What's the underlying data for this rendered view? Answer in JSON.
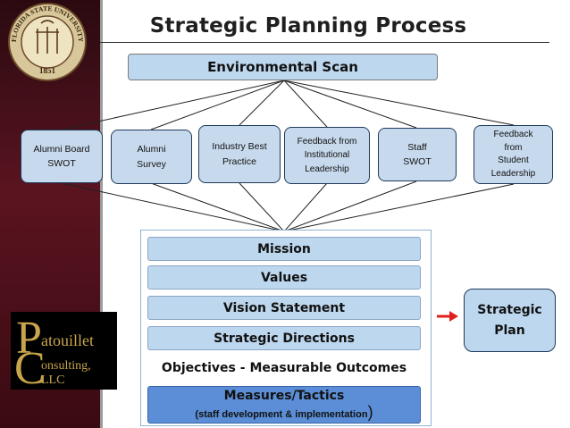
{
  "title": "Strategic Planning Process",
  "environmental_scan": "Environmental Scan",
  "sources": [
    {
      "line1": "Alumni Board",
      "line2": "SWOT"
    },
    {
      "line1": "Alumni",
      "line2": "Survey"
    },
    {
      "line1": "Industry Best",
      "line2": "Practice"
    },
    {
      "line1": "Feedback from",
      "line2": "Institutional",
      "line3": "Leadership"
    },
    {
      "line1": "Staff",
      "line2": "SWOT"
    },
    {
      "line1": "Feedback",
      "line2": "from",
      "line3": "Student",
      "line4": "Leadership"
    }
  ],
  "plan_steps": {
    "mission": "Mission",
    "values": "Values",
    "vision": "Vision Statement",
    "directions": "Strategic Directions",
    "objectives": "Objectives - Measurable Outcomes",
    "measures": "Measures/Tactics",
    "measures_sub": "(staff development & implementation",
    "measures_close": ")"
  },
  "strategic_plan": {
    "line1": "Strategic",
    "line2": "Plan"
  },
  "seal": {
    "top_text": "FLORIDA STATE UNIVERSITY",
    "year": "1851"
  },
  "logo": {
    "initial_p": "P",
    "line1": "atouillet",
    "initial_c": "C",
    "line2": "onsulting, LLC"
  },
  "colors": {
    "box_fill": "#bdd7ee",
    "measures_fill": "#5b8ed6",
    "arrow": "#e0201c",
    "sidebar": "#5a1420",
    "logo_gold": "#c8a44c"
  }
}
